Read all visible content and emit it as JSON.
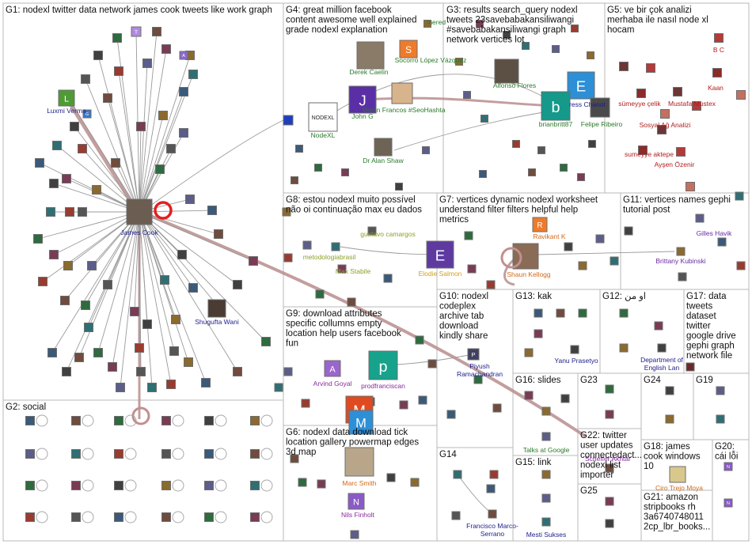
{
  "colors": {
    "panel_border": "#b8b8b8",
    "edge": "#9a9a9a",
    "strong_edge": "#b98d8d",
    "node_stroke": "#6d6d6d"
  },
  "groups": [
    {
      "id": "G1",
      "title": "G1: nodexl twitter data network james cook tweets like work graph"
    },
    {
      "id": "G2",
      "title": "G2: social"
    },
    {
      "id": "G3",
      "title": "G3: results search_query nodexl tweets 23savebabakansiliwangi #savebabakansiliwangi graph network vertices lot"
    },
    {
      "id": "G4",
      "title": "G4: great million facebook content awesome well explained grade nodexl explanation"
    },
    {
      "id": "G5",
      "title": "G5: ve bir çok analizi merhaba ile nasıl node xl hocam"
    },
    {
      "id": "G6",
      "title": "G6: nodexl data download tick location gallery powermap edges 3d map"
    },
    {
      "id": "G7",
      "title": "G7: vertices dynamic nodexl worksheet understand filter filters helpful help metrics"
    },
    {
      "id": "G8",
      "title": "G8: estou nodexl muito possível não oi continuação max eu dados"
    },
    {
      "id": "G9",
      "title": "G9: download attributes specific collumns empty location help users facebook fun"
    },
    {
      "id": "G10",
      "title": "G10: nodexl codeplex archive tab download kindly share"
    },
    {
      "id": "G11",
      "title": "G11: vertices names gephi tutorial post"
    },
    {
      "id": "G12",
      "title": "G12: او من"
    },
    {
      "id": "G13",
      "title": "G13: kak"
    },
    {
      "id": "G14",
      "title": "G14"
    },
    {
      "id": "G15",
      "title": "G15: link"
    },
    {
      "id": "G16",
      "title": "G16: slides"
    },
    {
      "id": "G17",
      "title": "G17: data tweets dataset twitter google drive gephi graph network file"
    },
    {
      "id": "G18",
      "title": "G18: james cook windows 10"
    },
    {
      "id": "G19",
      "title": "G19"
    },
    {
      "id": "G20",
      "title": "G20: cái lỗi"
    },
    {
      "id": "G21",
      "title": "G21: amazon stripbooks rh 3a6740748011 2cp_lbr_books..."
    },
    {
      "id": "G22",
      "title": "G22: twitter user updates connectedact... nodexl list importer"
    },
    {
      "id": "G23",
      "title": "G23"
    },
    {
      "id": "G24",
      "title": "G24"
    },
    {
      "id": "G25",
      "title": "G25"
    }
  ],
  "node_labels": {
    "luxmi_verma": "Luxmi Verma",
    "james_cook": "James Cook",
    "shugufta_wani": "Shugufta Wani",
    "derek_caelin": "Derek Caelin",
    "socorro_lopez": "Socorro López Vázquez",
    "nodexl": "NodeXL",
    "john_g": "John G",
    "vivian_francos": "Vivian Francos #SeoHashta",
    "dr_alan_shaw": "Dr Alan Shaw",
    "alfonso_flores": "Alfonso Flores",
    "brianbritt87": "brianbritt87",
    "press_chanot": "ress Chanot",
    "felipe_ribeiro": "Felipe Ribeiro",
    "bc": "B C",
    "kaan": "Kaan",
    "sumeyye_celik": "sümeyye çelik",
    "mustafa_mustex": "Mustafa Mustex",
    "sosyal_ag": "Sosyal Ağ Analizi",
    "sumeyye_aktepe": "sumeyye aktepe",
    "aysen_ozenir": "Ayşen Özenir",
    "gustavo_camargos": "gustavo camargos",
    "metodologiabrasil": "metodologiabrasil",
    "max_stabile": "Max Stabile",
    "ravikant_k": "Ravikant K",
    "elodie_salmon": "Elodie Salmon",
    "shaun_kellogg": "Shaun Kellogg",
    "gilles_havik": "Gilles Havik",
    "brittany_kubinski": "Brittany Kubinski",
    "piyush": "Piyush Ramachandran",
    "yanu_prasetyo": "Yanu Prasetyo",
    "dept_english": "Department of English Lan",
    "arvind_goyal": "Arvind Goyal",
    "prodfranciscan": "prodfranciscan",
    "marc_smith": "Marc Smith",
    "nils_finholt": "Nils Finholt",
    "talks_at_google": "Talks at Google",
    "francisco_marco": "Francisco Marco-Serrano",
    "mesti_sukses": "Mesti Sukses",
    "ciro_trejo": "Ciro Trejo Moya",
    "meredith": "mered",
    "scheffer": "Scheffer Akhtar"
  }
}
